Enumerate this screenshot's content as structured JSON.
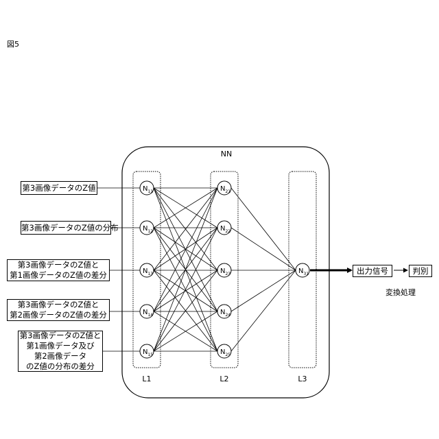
{
  "figure_label": "図5",
  "network_label": "NN",
  "layers": [
    {
      "label": "L1",
      "nodes": [
        "N",
        "N",
        "N",
        "N",
        "N"
      ],
      "subs": [
        "11",
        "12",
        "13",
        "14",
        "15"
      ]
    },
    {
      "label": "L2",
      "nodes": [
        "N",
        "N",
        "N",
        "N",
        "N"
      ],
      "subs": [
        "21",
        "22",
        "23",
        "24",
        "25"
      ]
    },
    {
      "label": "L3",
      "nodes": [
        "N"
      ],
      "subs": [
        "31"
      ]
    }
  ],
  "inputs": [
    [
      "第3画像データのZ値"
    ],
    [
      "第3画像データのZ値の分布"
    ],
    [
      "第3画像データのZ値と",
      "第1画像データのZ値の差分"
    ],
    [
      "第3画像データのZ値と",
      "第2画像データのZ値の差分"
    ],
    [
      "第3画像データのZ値と",
      "第1画像データ及び",
      "第2画像データ",
      "のZ値の分布の差分"
    ]
  ],
  "output_signal": "出力信号",
  "judgement": "判別",
  "conversion_label": "変換処理"
}
